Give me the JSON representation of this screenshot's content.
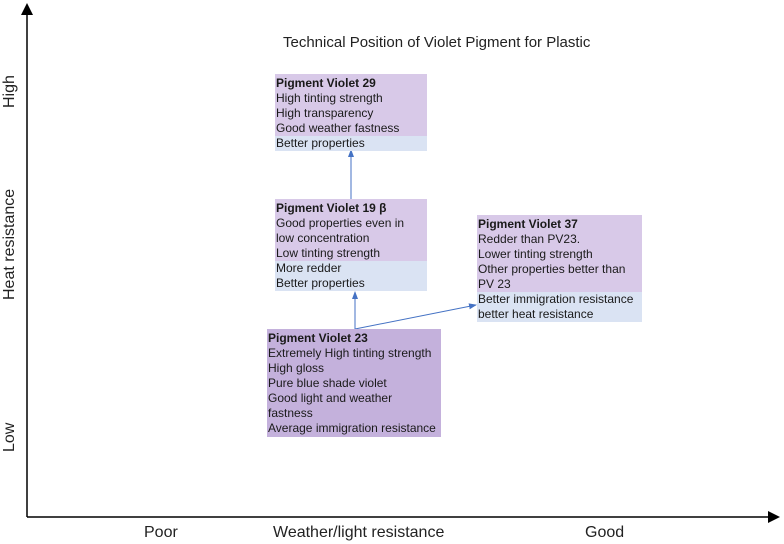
{
  "title": "Technical Position of Violet Pigment for Plastic",
  "y_axis": {
    "label": "Heat resistance",
    "high": "High",
    "low": "Low"
  },
  "x_axis": {
    "label": "Weather/light resistance",
    "poor": "Poor",
    "good": "Good"
  },
  "boxes": {
    "pv29": {
      "name": "Pigment Violet 29",
      "props": [
        "High tinting strength",
        "High transparency",
        "Good weather fastness"
      ],
      "advantages": [
        "Better properties"
      ]
    },
    "pv19": {
      "name": "Pigment Violet 19 β",
      "props": [
        "Good properties even in",
        "low concentration",
        "Low tinting strength"
      ],
      "advantages": [
        "More redder",
        "Better properties"
      ]
    },
    "pv37": {
      "name": "Pigment Violet 37",
      "props": [
        "Redder than PV23.",
        "Lower tinting strength",
        "Other properties better than",
        "PV 23"
      ],
      "advantages": [
        "Better immigration resistance",
        "better heat resistance"
      ]
    },
    "pv23": {
      "name": "Pigment Violet 23",
      "props": [
        "Extremely High tinting strength",
        "High gloss",
        "Pure blue shade violet",
        "Good light and weather fastness",
        "Average immigration resistance"
      ]
    }
  },
  "colors": {
    "box_light": "#d8c9e8",
    "box_dark": "#c4b1dc",
    "advantage_band": "#dae3f3",
    "arrow": "#4472c4",
    "axis": "#000000"
  }
}
